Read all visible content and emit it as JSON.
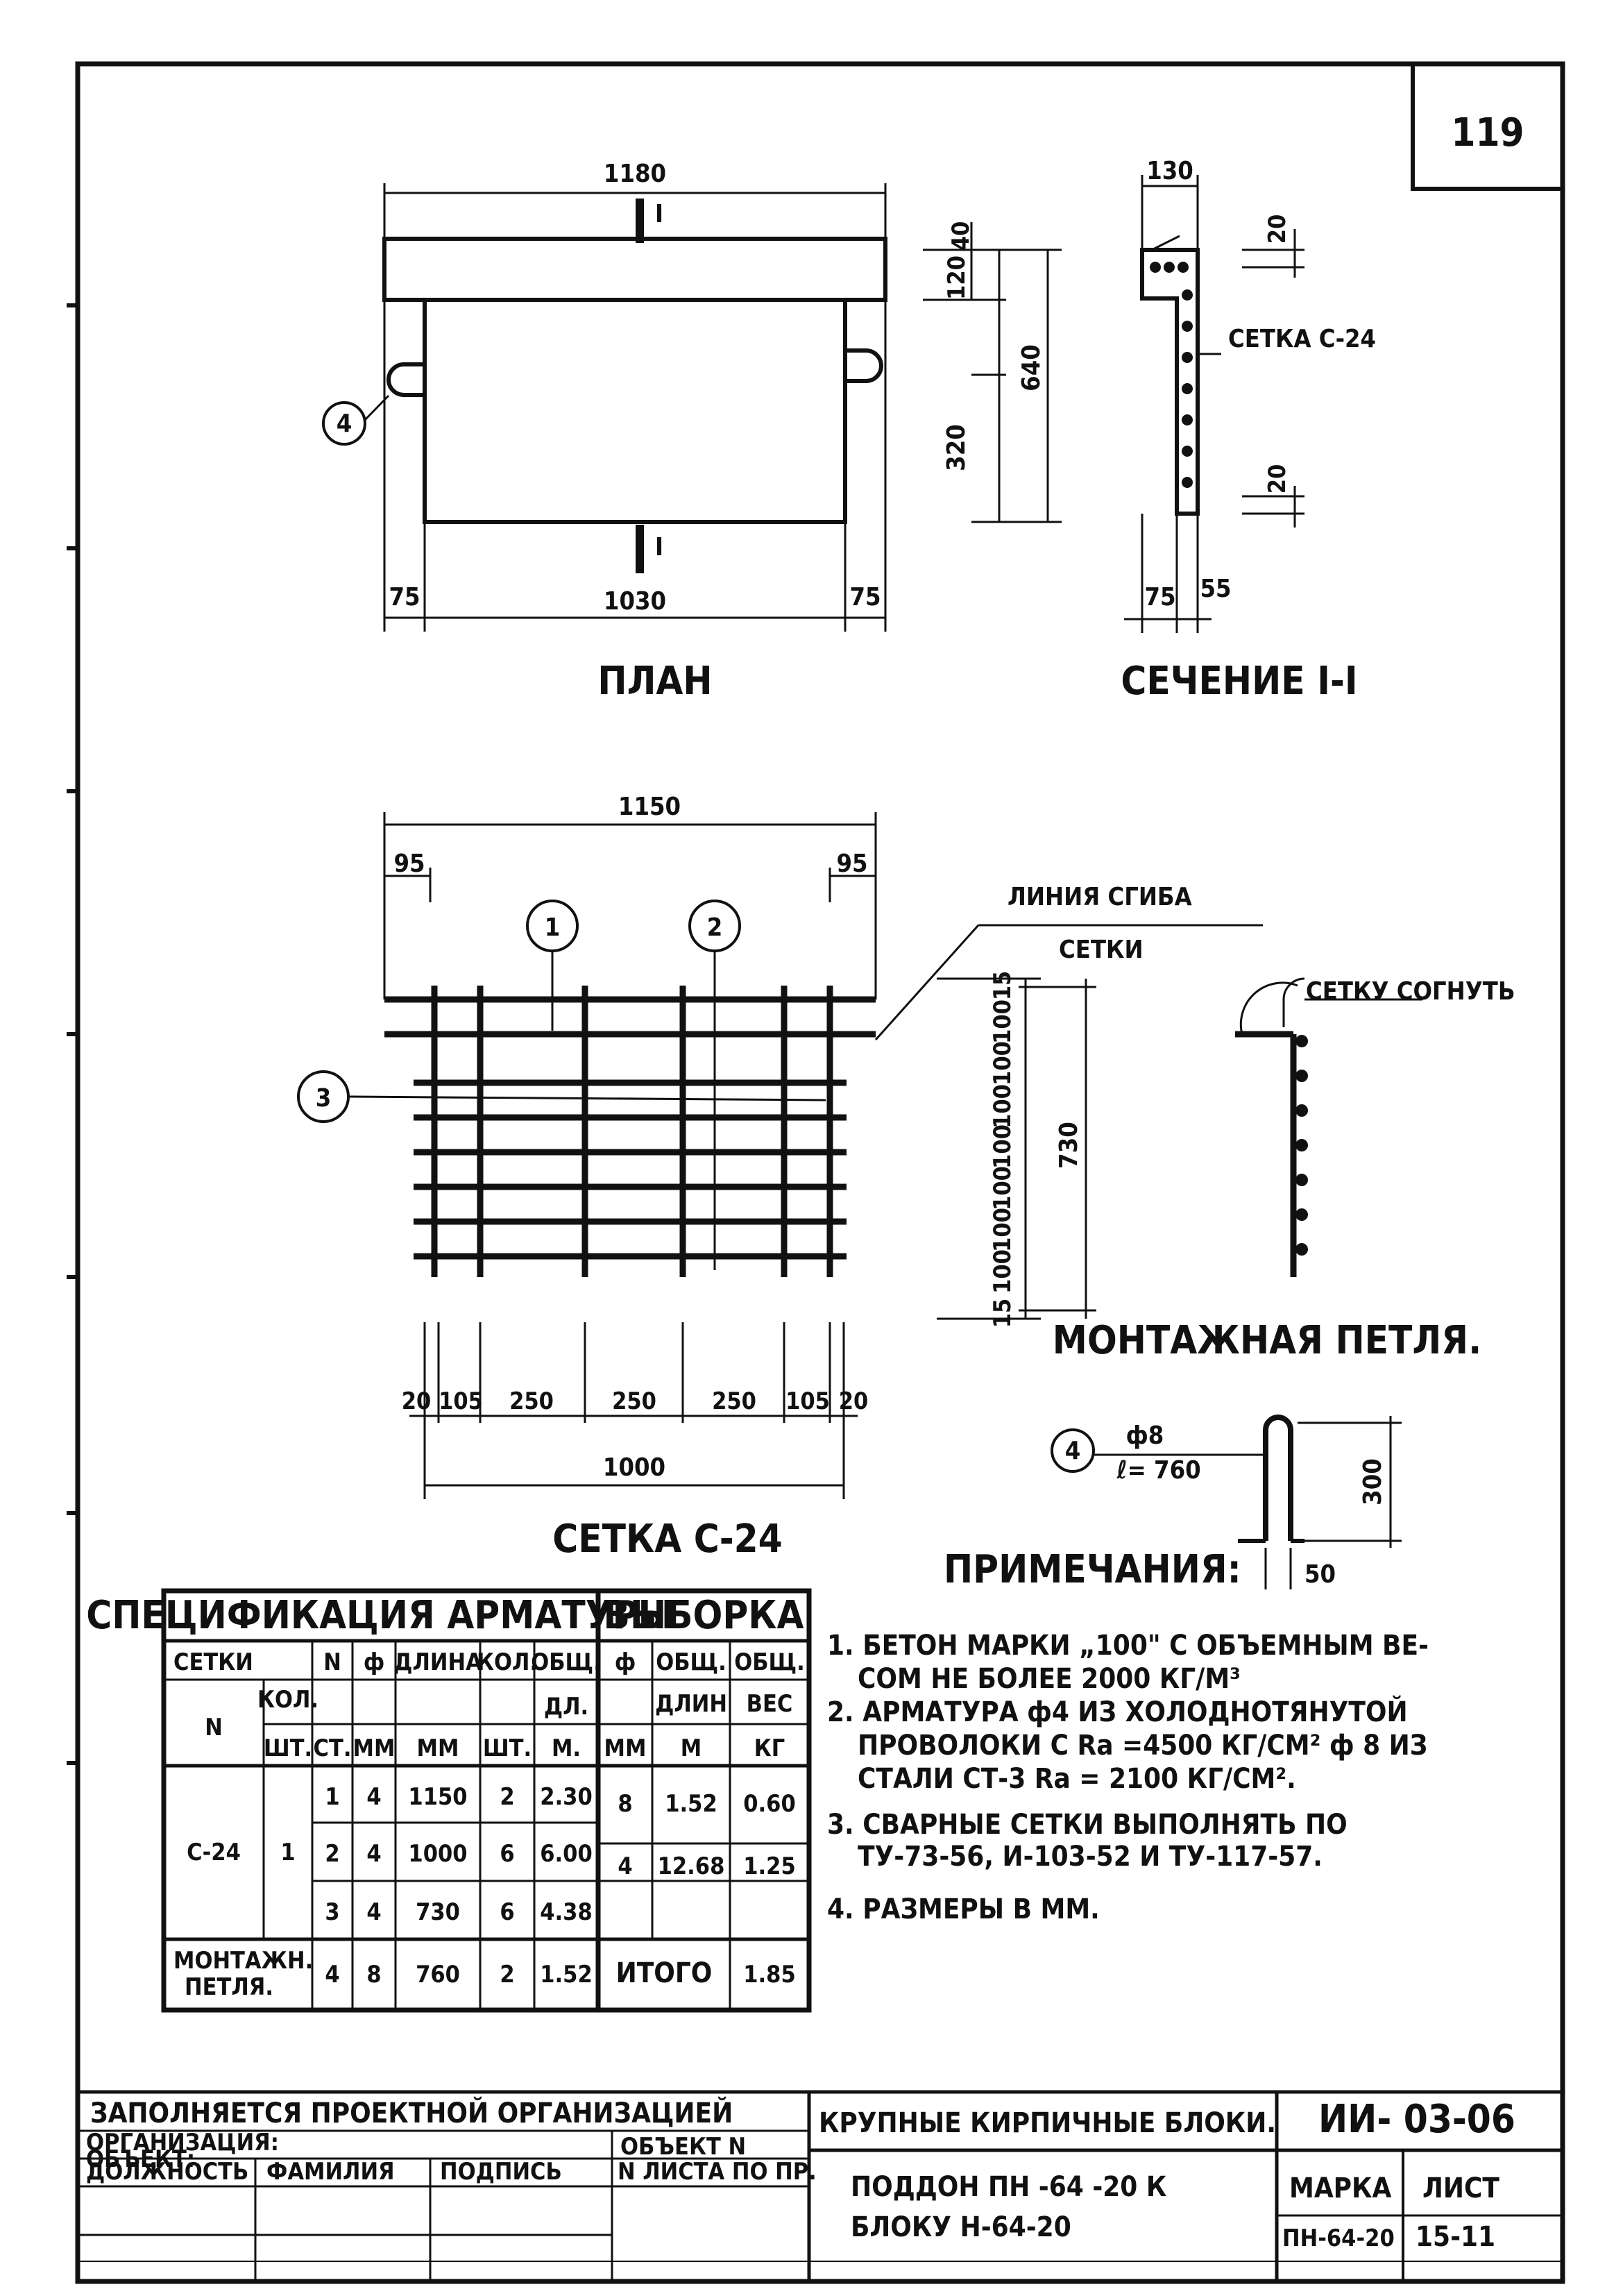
{
  "sheet_number": "119",
  "plan": {
    "title": "ПЛАН",
    "dim_total": "1180",
    "dim_bottom": "1030",
    "dim_side_left": "75",
    "dim_side_right": "75",
    "dim_40": "40",
    "dim_120": "120",
    "dim_640": "640",
    "dim_320": "320",
    "cut_mark": "I",
    "loop_ref": "4"
  },
  "section": {
    "title": "СЕЧЕНИЕ I-I",
    "dim_top": "130",
    "dim_20_top": "20",
    "dim_20_bot": "20",
    "dim_75": "75",
    "dim_55": "55",
    "mesh_label": "СЕТКА С-24"
  },
  "mesh": {
    "title": "СЕТКА С-24",
    "dim_total": "1150",
    "dim_95_left": "95",
    "dim_95_right": "95",
    "bottom_dims": [
      "20",
      "105",
      "250",
      "250",
      "250",
      "105",
      "20"
    ],
    "dim_1000": "1000",
    "ref_1": "1",
    "ref_2": "2",
    "ref_3": "3",
    "bend_line_label": "ЛИНИЯ СГИБА",
    "bend_line_label2": "СЕТКИ",
    "right_dims": [
      "15",
      "100",
      "100",
      "100",
      "100",
      "100",
      "100",
      "100",
      "15"
    ],
    "dim_730": "730",
    "bend_note": "СЕТКУ СОГНУТЬ"
  },
  "loop": {
    "title": "МОНТАЖНАЯ ПЕТЛЯ.",
    "ref": "4",
    "diameter": "ф8",
    "length": "ℓ= 760",
    "dim_300": "300",
    "dim_50": "50"
  },
  "notes": {
    "title": "ПРИМЕЧАНИЯ:",
    "lines": [
      "1. БЕТОН МАРКИ „100\" С ОБЪЕМНЫМ ВЕ-",
      "СОМ НЕ БОЛЕЕ 2000 КГ/М³",
      "2. АРМАТУРА ф4 ИЗ ХОЛОДНОТЯНУТОЙ",
      "ПРОВОЛОКИ С Rа =4500 КГ/СМ² ф 8 ИЗ",
      "СТАЛИ СТ-3 Rа = 2100 КГ/СМ².",
      "3. СВАРНЫЕ СЕТКИ ВЫПОЛНЯТЬ ПО",
      "ТУ-73-56, И-103-52 И ТУ-117-57.",
      "4. РАЗМЕРЫ В ММ."
    ]
  },
  "table": {
    "title_left": "СПЕЦИФИКАЦИЯ АРМАТУРЫ",
    "title_right": "ВЫБОРКА",
    "h_setki": "СЕТКИ",
    "h_n": "N",
    "h_phi": "ф",
    "h_len": "ДЛИНА",
    "h_kol": "КОЛ.",
    "h_obsh": "ОБЩ.",
    "h_phi2": "ф",
    "h_obsh2": "ОБЩ.",
    "h_obsh3": "ОБЩ.",
    "h2_n": "N",
    "h2_kol": "КОЛ.",
    "h2_sht": "ШТ.",
    "h2_st": "СТ.",
    "h2_mm": "ММ",
    "h2_mm2": "ММ",
    "h2_sht2": "ШТ.",
    "h2_dl": "ДЛ.",
    "h2_m": "М.",
    "h2_mm3": "ММ",
    "h2_dlin": "ДЛИН",
    "h2_m2": "М",
    "h2_ves": "ВЕС",
    "h2_kg": "КГ",
    "mesh_name": "С-24",
    "mesh_qty": "1",
    "rows": [
      {
        "n": "1",
        "phi": "4",
        "len": "1150",
        "kol": "2",
        "obsh": "2.30"
      },
      {
        "n": "2",
        "phi": "4",
        "len": "1000",
        "kol": "6",
        "obsh": "6.00"
      },
      {
        "n": "3",
        "phi": "4",
        "len": "730",
        "kol": "6",
        "obsh": "4.38"
      }
    ],
    "loop_name": "МОНТАЖН. ПЕТЛЯ.",
    "loop_row": {
      "n": "4",
      "phi": "8",
      "len": "760",
      "kol": "2",
      "obsh": "1.52"
    },
    "sel": [
      {
        "phi": "8",
        "len": "1.52",
        "wt": "0.60"
      },
      {
        "phi": "4",
        "len": "12.68",
        "wt": "1.25"
      }
    ],
    "total_label": "ИТОГО",
    "total_value": "1.85"
  },
  "stamp": {
    "fill_note": "ЗАПОЛНЯЕТСЯ ПРОЕКТНОЙ ОРГАНИЗАЦИЕЙ",
    "org": "ОРГАНИЗАЦИЯ:",
    "obj": "ОБЪЕКТ:",
    "obj_n": "ОБЪЕКТ N",
    "position": "ДОЛЖНОСТЬ",
    "surname": "ФАМИЛИЯ",
    "signature": "ПОДПИСЬ",
    "sheet_no": "N ЛИСТА ПО ПР.",
    "series_title": "КРУПНЫЕ КИРПИЧНЫЕ БЛОКИ.",
    "code": "ИИ- 03-06",
    "drawing_title1": "ПОДДОН ПН -64 -20 К",
    "drawing_title2": "БЛОКУ Н-64-20",
    "mark_label": "МАРКА",
    "mark_value": "ПН-64-20",
    "sheet_label": "ЛИСТ",
    "sheet_value": "15-11"
  }
}
